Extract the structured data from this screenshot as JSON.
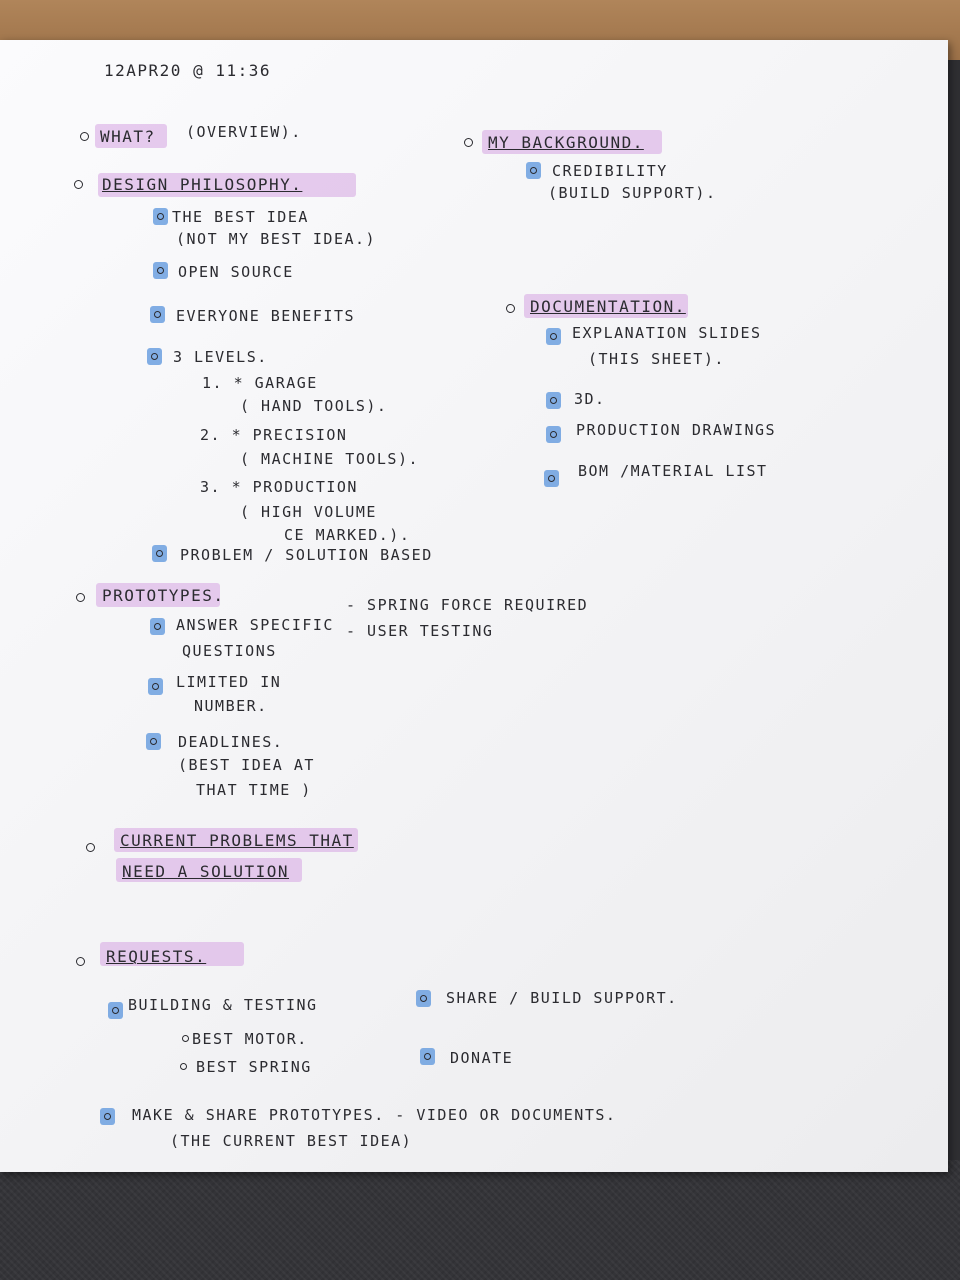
{
  "header": {
    "timestamp": "12APR20 @ 11:36"
  },
  "left": {
    "what": {
      "title": "WHAT?",
      "note": "(OVERVIEW)."
    },
    "design": {
      "title": "DESIGN PHILOSOPHY.",
      "best_idea_1": "THE BEST IDEA",
      "best_idea_2": "(NOT MY BEST IDEA.)",
      "open_source": "OPEN SOURCE",
      "everyone": "EVERYONE BENEFITS",
      "levels": "3 LEVELS.",
      "level1_a": "1. * GARAGE",
      "level1_b": "( HAND TOOLS).",
      "level2_a": "2. * PRECISION",
      "level2_b": "( MACHINE TOOLS).",
      "level3_a": "3. * PRODUCTION",
      "level3_b": "( HIGH VOLUME",
      "level3_c": "CE MARKED.).",
      "problem_solution": "PROBLEM / SOLUTION BASED"
    },
    "prototypes": {
      "title": "PROTOTYPES.",
      "answer_1": "ANSWER SPECIFIC",
      "answer_2": "QUESTIONS",
      "spring": "- SPRING FORCE REQUIRED",
      "user": "- USER TESTING",
      "limited_1": "LIMITED IN",
      "limited_2": "NUMBER.",
      "deadlines_1": "DEADLINES.",
      "deadlines_2": "(BEST IDEA AT",
      "deadlines_3": "THAT TIME )"
    },
    "current": {
      "line1": "CURRENT PROBLEMS THAT",
      "line2": "NEED A SOLUTION"
    },
    "requests": {
      "title": "REQUESTS.",
      "building": "BUILDING & TESTING",
      "motor": "BEST MOTOR.",
      "spring": "BEST SPRING",
      "share": "SHARE / BUILD SUPPORT.",
      "donate": "DONATE",
      "make_1": "MAKE & SHARE PROTOTYPES. - VIDEO OR DOCUMENTS.",
      "make_2": "(THE CURRENT BEST IDEA)"
    }
  },
  "right": {
    "background": {
      "title": "MY BACKGROUND.",
      "cred_1": "CREDIBILITY",
      "cred_2": "(BUILD SUPPORT)."
    },
    "documentation": {
      "title": "DOCUMENTATION.",
      "expl_1": "EXPLANATION SLIDES",
      "expl_2": "(THIS SHEET).",
      "three_d": "3D.",
      "drawings": "PRODUCTION DRAWINGS",
      "bom": "BOM /MATERIAL LIST"
    }
  },
  "colors": {
    "highlighter_pink": "#d6a4e2",
    "highlighter_blue": "#5a94dc",
    "ink": "#2b2b30",
    "paper": "#f6f6f8"
  }
}
